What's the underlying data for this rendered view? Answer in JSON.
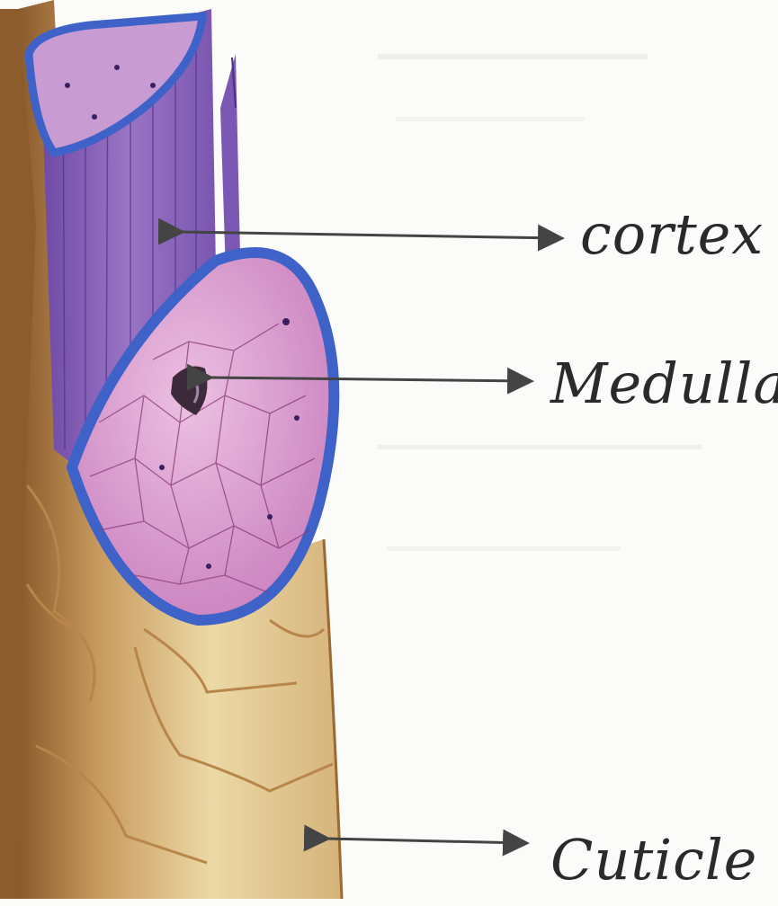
{
  "labels": {
    "cortex": "cortex",
    "medulla": "Medulla",
    "cuticle": "Cuticle"
  },
  "colors": {
    "cortex": "#8e66b8",
    "medulla": "#d79ac9",
    "cuticle_outline": "#3f62c9",
    "shaft": "#d9b67a",
    "arrow": "#444444"
  }
}
